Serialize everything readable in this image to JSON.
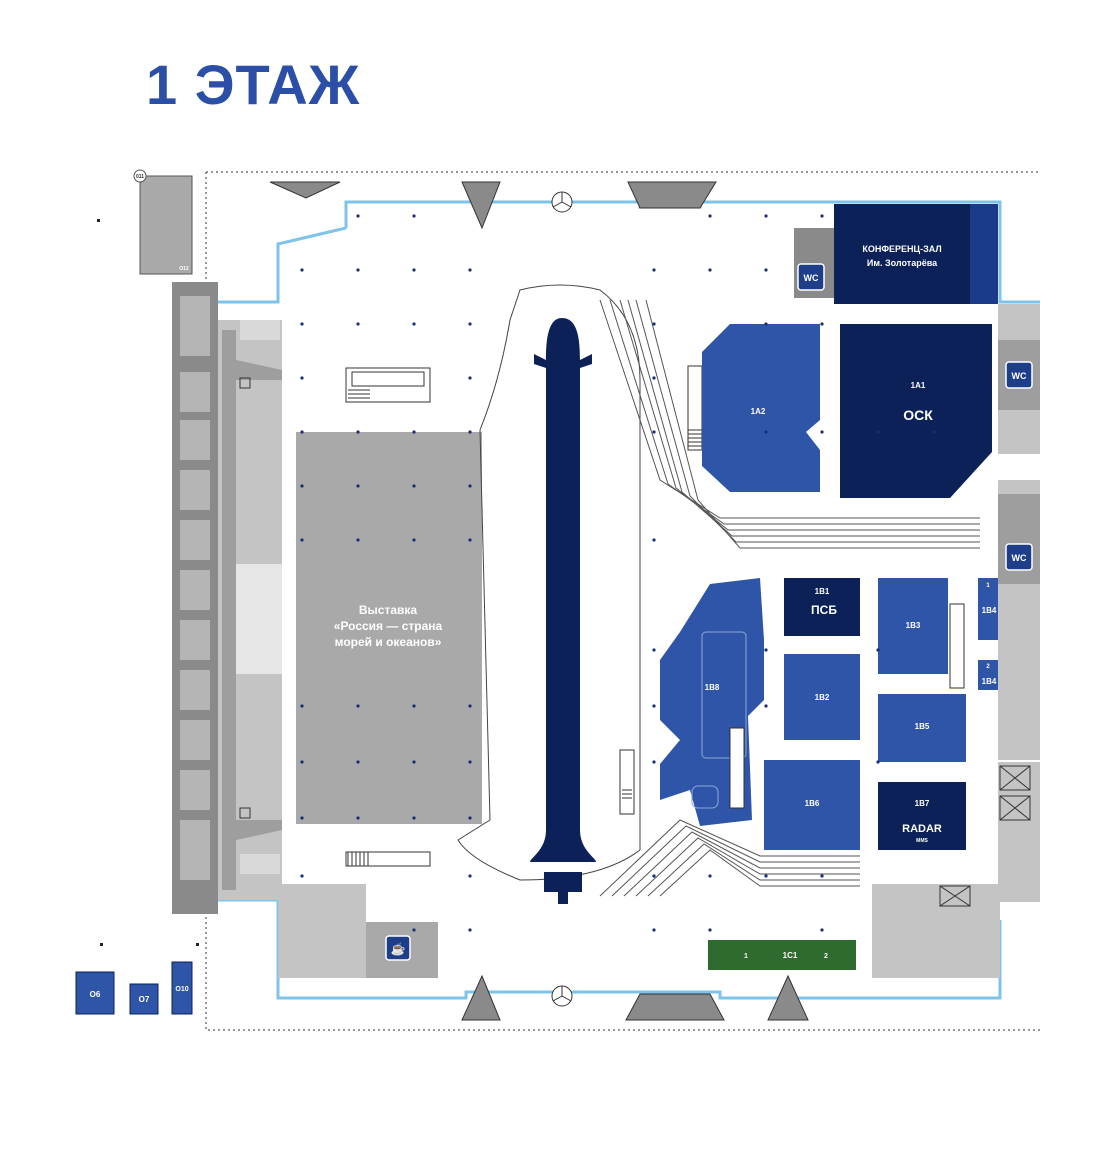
{
  "title": "1 ЭТАЖ",
  "colors": {
    "accent": "#2b4ea6",
    "stand_light": "#2f55a8",
    "stand_dark": "#0b2157",
    "green_stand": "#2f6a2e",
    "exhibition_gray": "#a9a9a9",
    "wall": "#7d7d7d",
    "room": "#c9c9c9",
    "outline_blue": "#7fc3ea"
  },
  "stands": {
    "a1": {
      "code": "1А1",
      "logo": "ОСК"
    },
    "a2": {
      "code": "1А2"
    },
    "b1": {
      "code": "1В1",
      "logo": "ПСБ"
    },
    "b2": {
      "code": "1В2"
    },
    "b3": {
      "code": "1В3"
    },
    "b4_top": {
      "code": "1В4",
      "number": "1"
    },
    "b4_bottom": {
      "code": "1В4",
      "number": "2"
    },
    "b5": {
      "code": "1В5"
    },
    "b6": {
      "code": "1В6"
    },
    "b7": {
      "code": "1В7",
      "logo": "RADAR",
      "logo_sub": "MMS"
    },
    "b8": {
      "code": "1В8"
    },
    "c1": {
      "code": "1С1",
      "left": "1",
      "right": "2"
    }
  },
  "conference_hall": {
    "line1": "КОНФЕРЕНЦ-ЗАЛ",
    "line2": "Им. Золотарёва"
  },
  "exhibition": {
    "line1": "Выставка",
    "line2": "«Россия — страна",
    "line3": "морей и океанов»"
  },
  "wc_label": "WC",
  "small_room_badge": "011",
  "small_room_code": "О12",
  "outside_stands": [
    "О6",
    "О7",
    "О10"
  ],
  "icons": [
    "cafe-icon",
    "wc-icon",
    "turnstile-icon",
    "elevator-icon",
    "entrance-arrow-icon",
    "submarine-model"
  ]
}
